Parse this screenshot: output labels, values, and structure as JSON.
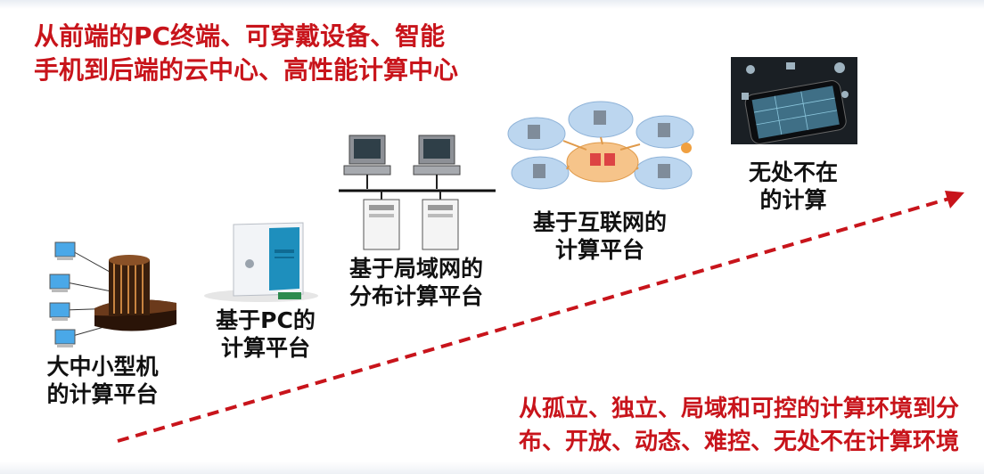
{
  "headline": {
    "line1": "从前端的PC终端、可穿戴设备、智能",
    "line2": "手机到后端的云中心、高性能计算中心"
  },
  "stages": {
    "mainframe": {
      "line1": "大中小型机",
      "line2": "的计算平台"
    },
    "pc": {
      "line1": "基于PC的",
      "line2": "计算平台"
    },
    "lan": {
      "line1": "基于局域网的",
      "line2": "分布计算平台"
    },
    "internet": {
      "line1": "基于互联网的",
      "line2": "计算平台"
    },
    "ubiquitous": {
      "line1": "无处不在",
      "line2": "的计算"
    }
  },
  "footer": {
    "line1": "从孤立、独立、局域和可控的计算环境到分",
    "line2": "布、开放、动态、难控、无处不在计算环境"
  },
  "colors": {
    "accent": "#c8141b",
    "text": "#111111"
  }
}
